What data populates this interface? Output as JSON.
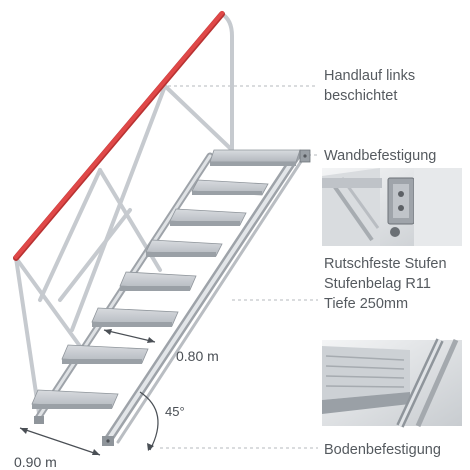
{
  "callouts": {
    "handrail_line1": "Handlauf links",
    "handrail_line2": "beschichtet",
    "wall_mount": "Wandbefestigung",
    "steps_line1": "Rutschfeste Stufen",
    "steps_line2": "Stufenbelag R11",
    "steps_line3": "Tiefe 250mm",
    "floor_mount": "Bodenbefestigung"
  },
  "dimensions": {
    "step_width": "0.80 m",
    "base_width": "0.90 m",
    "angle": "45°"
  },
  "colors": {
    "handrail": "#e04848",
    "aluminium": "#c9cdd2",
    "text": "#555a5f"
  }
}
